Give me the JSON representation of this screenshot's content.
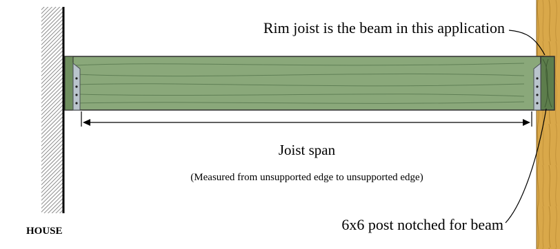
{
  "labels": {
    "rim_joist": "Rim joist is the beam in this application",
    "post": "6x6 post notched for beam",
    "span": "Joist span",
    "span_note": "(Measured from unsupported edge to unsupported edge)",
    "house": "HOUSE"
  },
  "colors": {
    "joist": "#8aa87a",
    "joist_grain": "#5f7f55",
    "rim_joist": "#5d7d4c",
    "post": "#d9a84a",
    "hanger": "#b9c4cc",
    "house_hatch": "#7a7a7a"
  }
}
